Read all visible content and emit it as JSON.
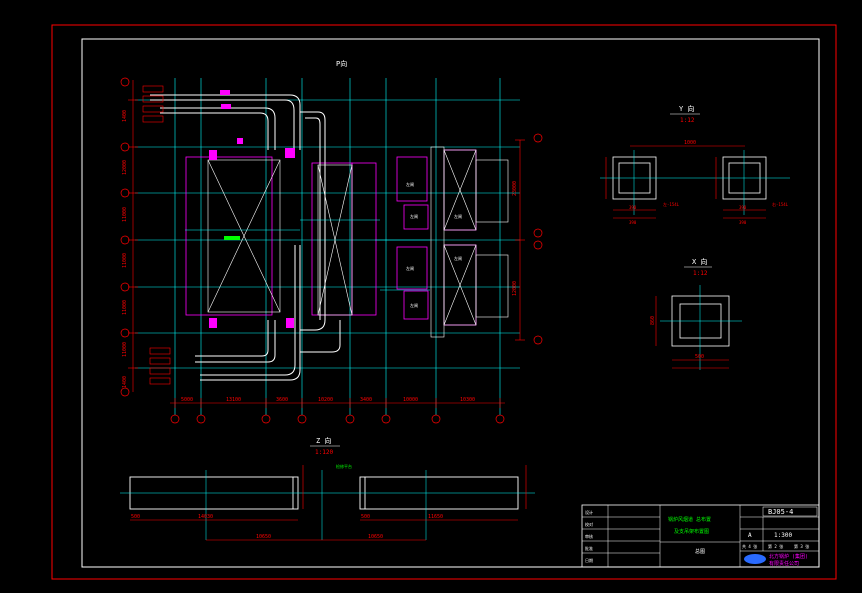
{
  "colors": {
    "background": "#000000",
    "frame_outer": "#ff0000",
    "frame_inner": "#ffffff",
    "axis": "#00ffff",
    "dimension": "#ff0000",
    "pipe": "#ffffff",
    "equipment": "#ff00ff",
    "label": "#ffffff",
    "annotation_green": "#00ff00",
    "accent_blue": "#2a6bff",
    "fill_magenta": "#ff00ff"
  },
  "views": {
    "plan_title": "P向",
    "y_view_title": "Y 向",
    "y_view_scale": "1:12",
    "x_view_title": "X 向",
    "x_view_scale": "1:12",
    "z_view_title": "Z 向",
    "z_view_scale": "1:120"
  },
  "plan": {
    "row_dims": [
      "1400",
      "12000",
      "11000",
      "11000",
      "11000",
      "11000",
      "1400"
    ],
    "bottom_dims": [
      "5000",
      "13100",
      "3600",
      "10200",
      "3400",
      "10000",
      "10300"
    ],
    "right_dims": [
      "23000",
      "12000"
    ],
    "inner_labels": [
      "左闸",
      "左闸",
      "左闸",
      "左闸",
      "左闸",
      "左闸"
    ]
  },
  "y_view": {
    "top_dim": "1000",
    "side_labels": [
      "左-154L",
      "右-154L"
    ],
    "bottom_dims": [
      "390",
      "390",
      "390",
      "390"
    ]
  },
  "x_view": {
    "dims": [
      "860",
      "500"
    ]
  },
  "z_view": {
    "dims_left": [
      "14030",
      "500"
    ],
    "dims_right": [
      "11650",
      "500"
    ],
    "span_dims": [
      "10650",
      "10650"
    ],
    "note": "检修平台"
  },
  "title_block": {
    "drawing_no": "BJ05-4",
    "scale": "1:300",
    "version": "A",
    "sheet_info": [
      "共 4 张",
      "第 2 张",
      "第 3 张"
    ],
    "project_line1": "锅炉风烟道 总布置",
    "project_line2": "及支吊架布置图",
    "drawing_label": "总图",
    "company_line1": "北方锅炉 (集团)",
    "company_line2": "有限责任公司",
    "row_labels": [
      "设计",
      "校对",
      "审核",
      "批准",
      "日期"
    ]
  }
}
